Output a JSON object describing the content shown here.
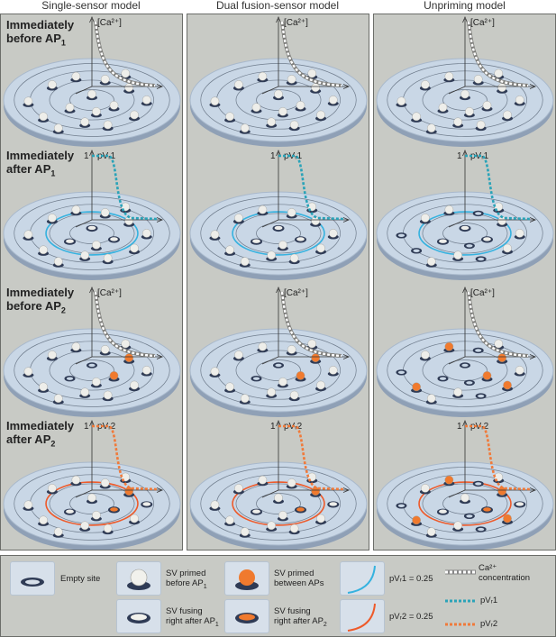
{
  "columns": [
    {
      "title": "Single-sensor model",
      "fusion": "single"
    },
    {
      "title": "Dual fusion-sensor model",
      "fusion": "dual"
    },
    {
      "title": "Unpriming model",
      "fusion": "unpriming"
    }
  ],
  "rows": [
    {
      "label_line1": "Immediately",
      "label_line2": "before AP",
      "label_sub": "1",
      "axis_label": "[Ca²⁺]",
      "tick_label": "",
      "trace": "ca"
    },
    {
      "label_line1": "Immediately",
      "label_line2": "after AP",
      "label_sub": "1",
      "axis_label": "pVᵣ1",
      "tick_label": "1",
      "trace": "pvr1"
    },
    {
      "label_line1": "Immediately",
      "label_line2": "before AP",
      "label_sub": "2",
      "axis_label": "[Ca²⁺]",
      "tick_label": "",
      "trace": "ca"
    },
    {
      "label_line1": "Immediately",
      "label_line2": "after AP",
      "label_sub": "2",
      "axis_label": "pVᵣ2",
      "tick_label": "1",
      "trace": "pvr2"
    }
  ],
  "legend": {
    "empty_site": "Empty site",
    "sv_primed_before_line1": "SV primed",
    "sv_primed_before_line2": "before AP",
    "sv_primed_before_sub": "1",
    "sv_primed_between_line1": "SV primed",
    "sv_primed_between_line2": "between APs",
    "pvr1_curve": "pVᵣ1 = 0.25",
    "ca_line1": "Ca²⁺",
    "ca_line2": "concentration",
    "sv_fusing_ap1_line1": "SV fusing",
    "sv_fusing_ap1_line2": "right after AP",
    "sv_fusing_ap1_sub": "1",
    "sv_fusing_ap2_line1": "SV fusing",
    "sv_fusing_ap2_line2": "right after AP",
    "sv_fusing_ap2_sub": "2",
    "pvr2_curve": "pVᵣ2 = 0.25",
    "pvr1_dotted": "pVᵣ1",
    "pvr2_dotted": "pVᵣ2"
  },
  "colors": {
    "panel_bg": "#c8cac5",
    "disk": "#c9d7e6",
    "ring": "#6f7c8c",
    "vesicle": "#eeeeea",
    "vesicle_orange": "#f07a2e",
    "site_dark": "#2f3b55",
    "pvr1": "#35b2df",
    "pvr2": "#ee5a2a",
    "trace_pvr1": "#2aa3b8",
    "trace_pvr2": "#f07a3a",
    "ca_trace": "#ffffff"
  }
}
